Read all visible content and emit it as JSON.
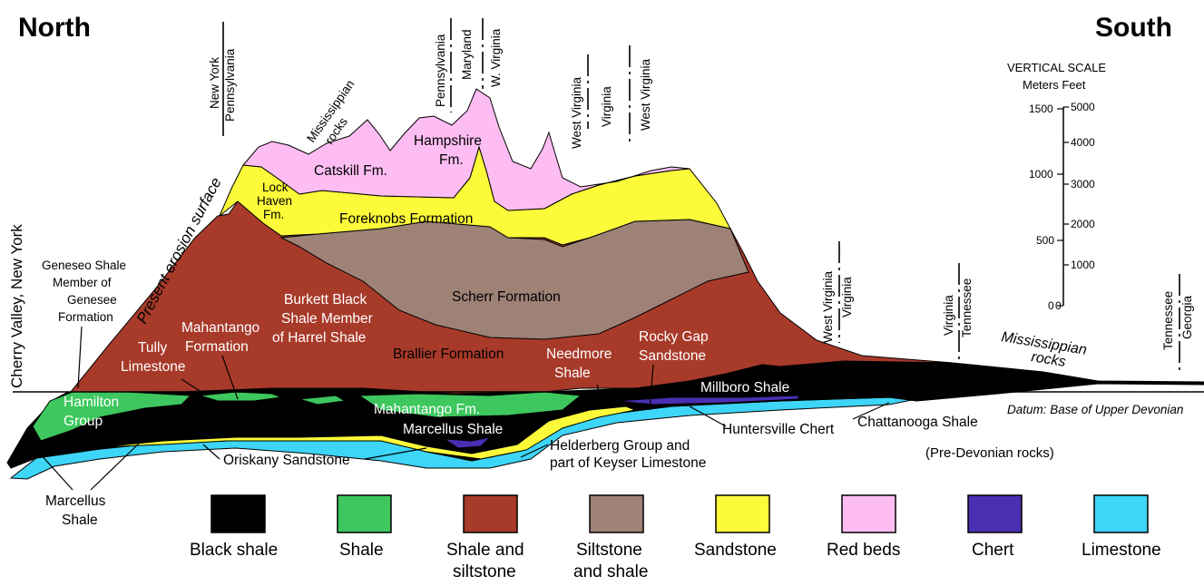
{
  "header": {
    "north": "North",
    "south": "South"
  },
  "locality": "Cherry Valley, New York",
  "erosion_surface": "Present erosion surface",
  "datum": "Datum: Base of Upper Devonian",
  "pre_devonian": "(Pre-Devonian rocks)",
  "state_boundaries": [
    {
      "top": "New York",
      "bottom": "Pennsylvania"
    },
    {
      "top": "Pennsylvania",
      "middle": "Maryland",
      "bottom": "W. Virginia"
    },
    {
      "top": "West Virginia",
      "middle": "Virginia",
      "bottom": "West Virginia"
    },
    {
      "top": "West Virginia",
      "bottom": "Virginia"
    },
    {
      "top": "Virginia",
      "bottom": "Tennessee"
    },
    {
      "top": "Tennessee",
      "bottom": "Georgia"
    }
  ],
  "units": {
    "mississippian_top": [
      "Mississippian",
      "rocks"
    ],
    "catskill": "Catskill Fm.",
    "hampshire": [
      "Hampshire",
      "Fm."
    ],
    "lock_haven": [
      "Lock",
      "Haven",
      "Fm."
    ],
    "foreknobs": "Foreknobs Formation",
    "scherr": "Scherr Formation",
    "geneseo": [
      "Geneseo Shale",
      "Member of",
      "Genesee",
      "Formation"
    ],
    "burkett": [
      "Burkett Black",
      "Shale Member",
      "of Harrel Shale"
    ],
    "mahantango_formation": [
      "Mahantango",
      "Formation"
    ],
    "tully": [
      "Tully",
      "Limestone"
    ],
    "brallier": "Brallier Formation",
    "needmore": [
      "Needmore",
      "Shale"
    ],
    "rocky_gap": [
      "Rocky Gap",
      "Sandstone"
    ],
    "mississippian_right": [
      "Mississippian",
      "rocks"
    ],
    "hamilton": [
      "Hamilton",
      "Group"
    ],
    "mahantango_fm": "Mahantango Fm.",
    "millboro": "Millboro Shale",
    "marcellus_center": "Marcellus Shale",
    "huntersville": "Huntersville Chert",
    "chattanooga": "Chattanooga Shale",
    "oriskany": "Oriskany Sandstone",
    "helderberg": [
      "Helderberg Group and",
      "part of Keyser Limestone"
    ],
    "marcellus_left": [
      "Marcellus",
      "Shale"
    ]
  },
  "vertical_scale": {
    "title": "VERTICAL SCALE",
    "units": "Meters Feet",
    "meters": [
      "1500",
      "1000",
      "500",
      "0"
    ],
    "feet": [
      "5000",
      "4000",
      "3000",
      "2000",
      "1000",
      "0"
    ]
  },
  "legend": [
    {
      "label": [
        "Black shale"
      ],
      "color": "#000000"
    },
    {
      "label": [
        "Shale"
      ],
      "color": "#3dc75e"
    },
    {
      "label": [
        "Shale and",
        "siltstone"
      ],
      "color": "#a83a2a"
    },
    {
      "label": [
        "Siltstone",
        "and shale"
      ],
      "color": "#9e8276"
    },
    {
      "label": [
        "Sandstone"
      ],
      "color": "#fdfa3a"
    },
    {
      "label": [
        "Red beds"
      ],
      "color": "#fdbdf2"
    },
    {
      "label": [
        "Chert"
      ],
      "color": "#4b2fb3"
    },
    {
      "label": [
        "Limestone"
      ],
      "color": "#3dd5f8"
    }
  ]
}
